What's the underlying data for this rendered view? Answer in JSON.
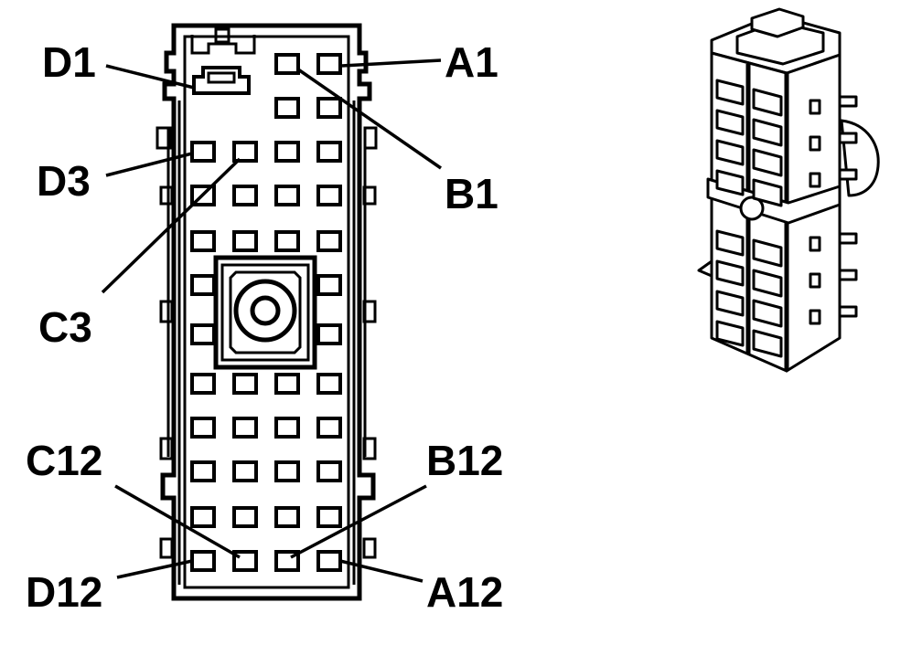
{
  "labels": {
    "d1": "D1",
    "a1": "A1",
    "d3": "D3",
    "b1": "B1",
    "c3": "C3",
    "c12": "C12",
    "b12": "B12",
    "d12": "D12",
    "a12": "A12"
  }
}
